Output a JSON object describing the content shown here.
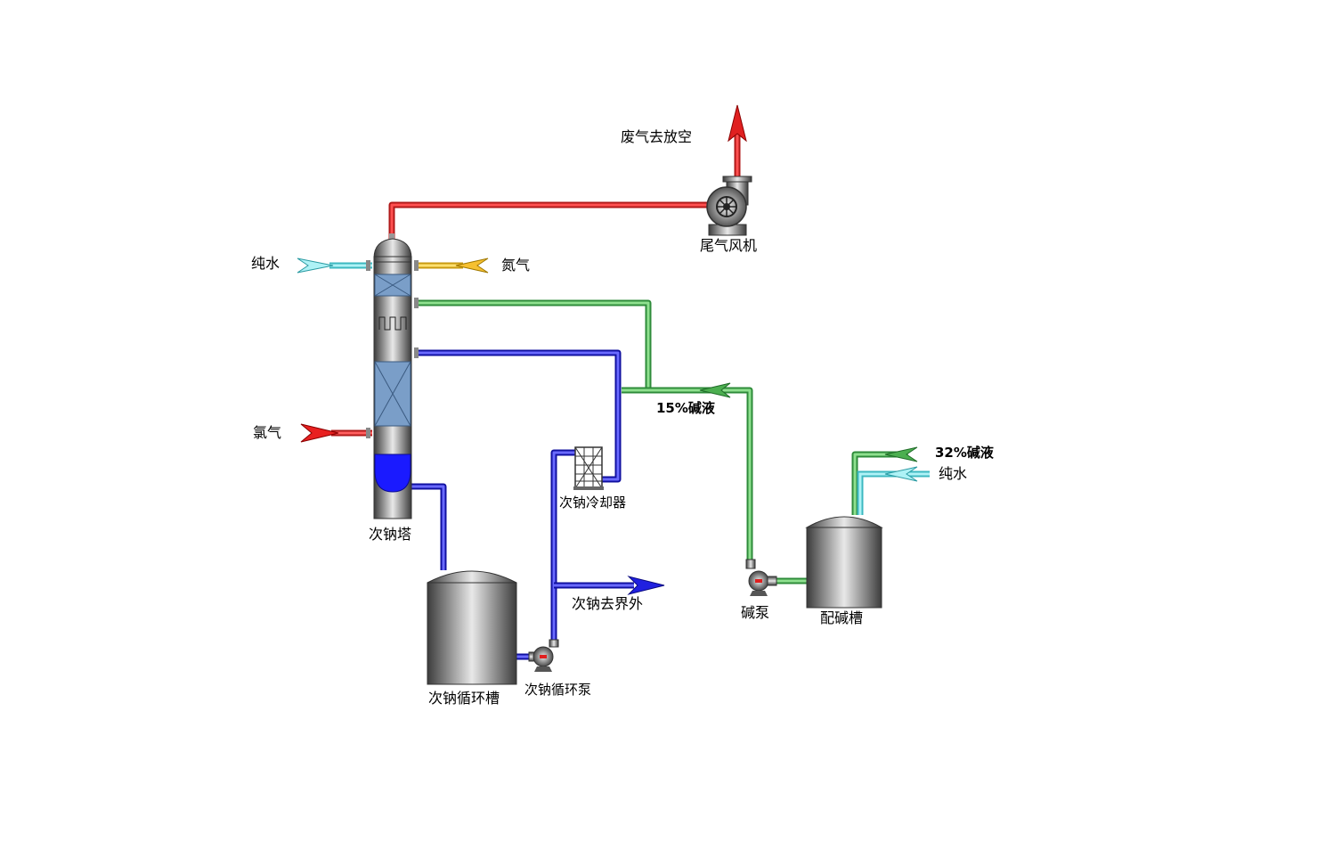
{
  "labels": {
    "exhaust_vent": "废气去放空",
    "tail_fan": "尾气风机",
    "pure_water_left": "纯水",
    "nitrogen": "氮气",
    "chlorine": "氯气",
    "tower": "次钠塔",
    "caustic_15": "15%碱液",
    "caustic_32": "32%碱液",
    "pure_water_right": "纯水",
    "cooler": "次钠冷却器",
    "to_outside": "次钠去界外",
    "circ_tank": "次钠循环槽",
    "circ_pump": "次钠循环泵",
    "caustic_pump": "碱泵",
    "mix_tank": "配碱槽"
  },
  "colors": {
    "exhaust_line": "#e83030",
    "chlorine_line": "#e83030",
    "nitrogen_line": "#f0c020",
    "pure_water_line": "#7fe0e8",
    "caustic_line": "#4caf50",
    "hypo_line": "#2020e0",
    "packing": "#7a9ec8",
    "vessel_steel": "#6a6a6a"
  },
  "icons": {
    "fan": "centrifugal-fan-icon",
    "pump": "centrifugal-pump-icon",
    "cooler": "heat-exchanger-icon"
  }
}
